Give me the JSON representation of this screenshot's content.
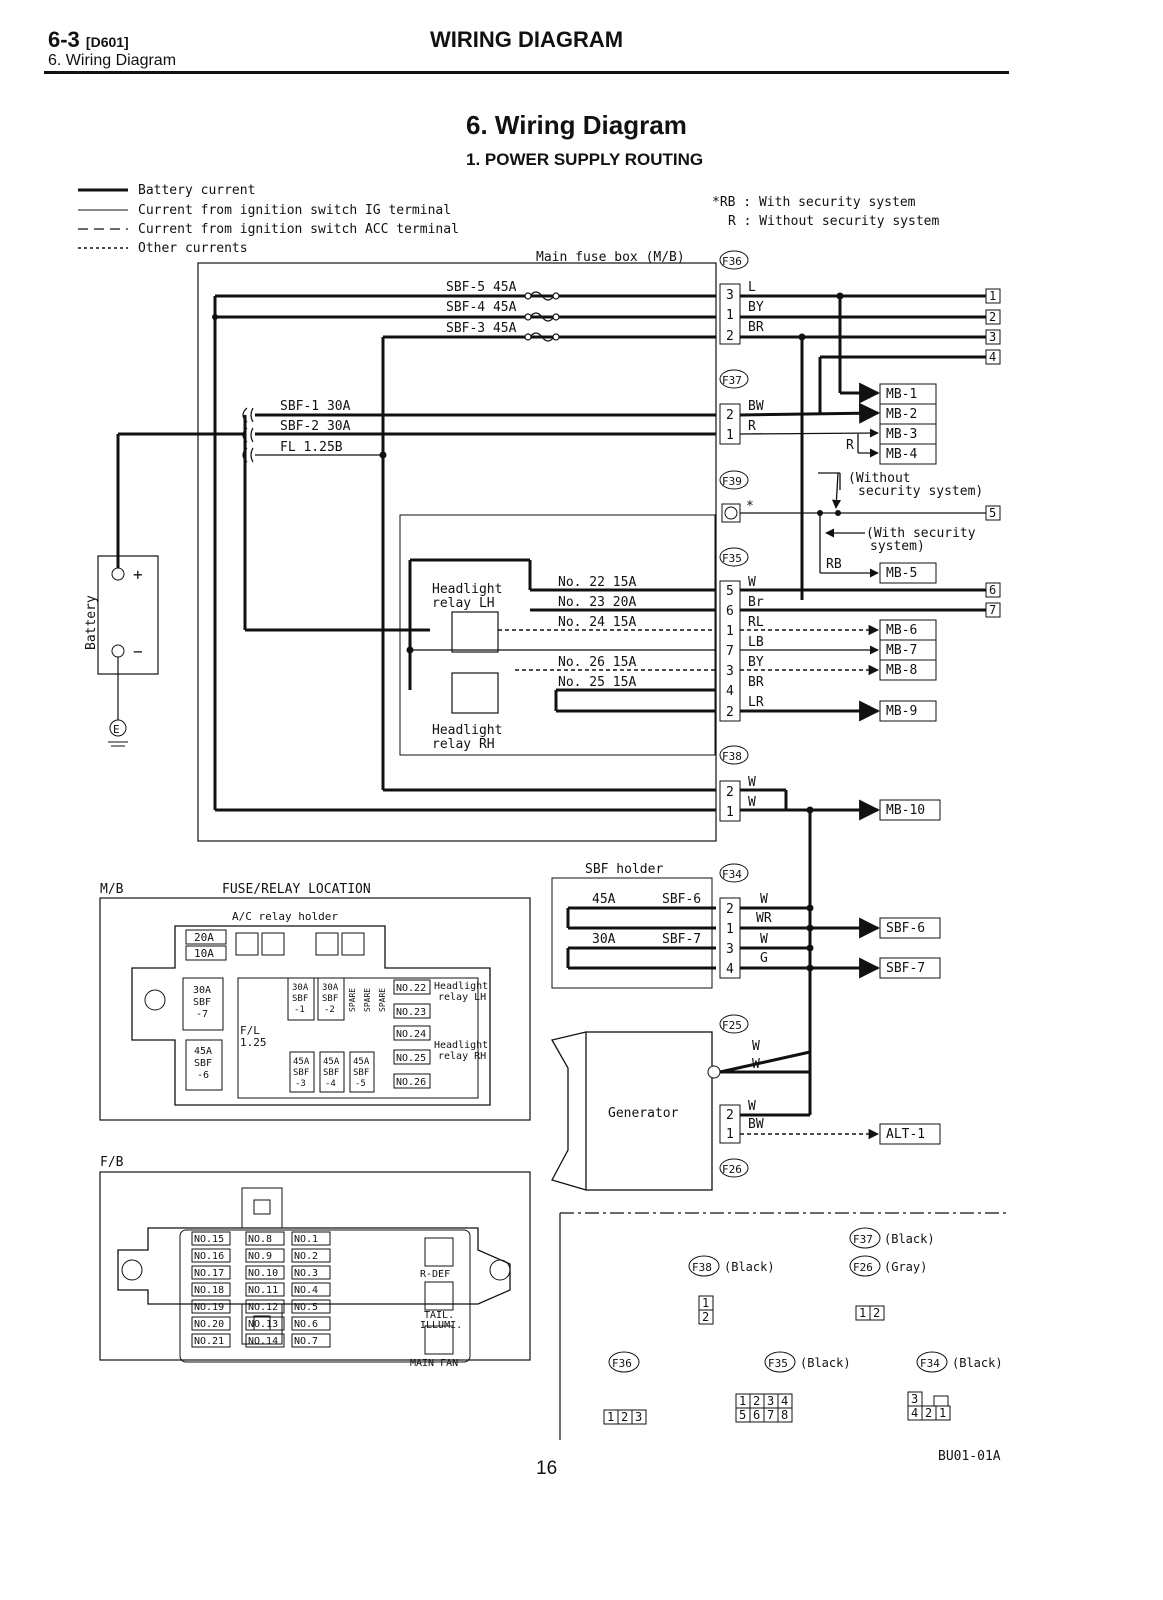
{
  "header": {
    "section_code": "6-3",
    "doc_code": "[D601]",
    "breadcrumb": "6. Wiring Diagram",
    "center_title": "WIRING DIAGRAM"
  },
  "titles": {
    "main": "6. Wiring Diagram",
    "sub": "1. POWER SUPPLY ROUTING"
  },
  "legend": [
    {
      "style": "thick",
      "label": "Battery current"
    },
    {
      "style": "thin",
      "label": "Current from ignition switch IG terminal"
    },
    {
      "style": "dash",
      "label": "Current from ignition switch ACC terminal"
    },
    {
      "style": "dot",
      "label": "Other currents"
    }
  ],
  "notes": [
    "*RB : With security system",
    "R : Without security system"
  ],
  "main_fuse_box": {
    "label": "Main fuse box (M/B)",
    "sbf_rows": [
      "SBF-5 45A",
      "SBF-4 45A",
      "SBF-3 45A"
    ],
    "sbf_left": [
      "SBF-1 30A",
      "SBF-2 30A",
      "FL 1.25B"
    ],
    "relay_lh": [
      "Headlight",
      "relay LH"
    ],
    "relay_rh": [
      "Headlight",
      "relay RH"
    ],
    "relay_fuses": [
      "No. 22 15A",
      "No. 23 20A",
      "No. 24 15A",
      "No. 26 15A",
      "No. 25 15A"
    ]
  },
  "connectors": {
    "F36": {
      "id": "F36",
      "pins": [
        "3",
        "1",
        "2"
      ],
      "wires": [
        "L",
        "BY",
        "BR"
      ],
      "targets": [
        "1",
        "2",
        "3",
        "4"
      ]
    },
    "F37": {
      "id": "F37",
      "pins": [
        "2",
        "1"
      ],
      "wires": [
        "BW",
        "R"
      ],
      "targets": [
        "MB-1",
        "MB-2",
        "MB-3",
        "MB-4"
      ],
      "r_tag": "R"
    },
    "F39": {
      "id": "F39",
      "asterisk": "*",
      "target": "5",
      "without_sec": [
        "(Without",
        "security system)"
      ],
      "with_sec": [
        "(With security",
        "system)"
      ],
      "rb_tag": "RB",
      "mb5": "MB-5"
    },
    "F35": {
      "id": "F35",
      "pins": [
        "5",
        "6",
        "1",
        "7",
        "3",
        "4",
        "2"
      ],
      "wires": [
        "W",
        "Br",
        "RL",
        "LB",
        "BY",
        "BR",
        "LR"
      ],
      "targets_num": [
        "6",
        "7"
      ],
      "targets_mb": [
        "MB-6",
        "MB-7",
        "MB-8",
        "MB-9"
      ]
    },
    "F38": {
      "id": "F38",
      "pins": [
        "2",
        "1"
      ],
      "wires": [
        "W",
        "W"
      ],
      "target": "MB-10"
    },
    "F34": {
      "id": "F34",
      "holder": "SBF holder",
      "pins": [
        "2",
        "1",
        "3",
        "4"
      ],
      "wires": [
        "W",
        "WR",
        "W",
        "G"
      ],
      "fuses": [
        "45A",
        "SBF-6",
        "30A",
        "SBF-7"
      ],
      "targets": [
        "SBF-6",
        "SBF-7"
      ]
    },
    "F25": {
      "id": "F25",
      "wires": [
        "W",
        "W"
      ]
    },
    "F26": {
      "id": "F26",
      "pins": [
        "2",
        "1"
      ],
      "wires": [
        "W",
        "BW"
      ],
      "target": "ALT-1"
    }
  },
  "battery": {
    "label": "Battery",
    "plus": "+",
    "minus": "−",
    "ground": "E"
  },
  "generator": {
    "label": "Generator"
  },
  "mb_location": {
    "tag": "M/B",
    "title": "FUSE/RELAY LOCATION",
    "ac_relay": "A/C relay holder",
    "small_fuses": [
      "20A",
      "10A"
    ],
    "sbf7": [
      "30A",
      "SBF",
      "-7"
    ],
    "sbf6": [
      "45A",
      "SBF",
      "-6"
    ],
    "fl": [
      "F/L",
      "1.25"
    ],
    "top_sbf": [
      [
        "30A",
        "SBF",
        "-1"
      ],
      [
        "30A",
        "SBF",
        "-2"
      ]
    ],
    "spare": "SPARE",
    "bottom_sbf": [
      [
        "45A",
        "SBF",
        "-3"
      ],
      [
        "45A",
        "SBF",
        "-4"
      ],
      [
        "45A",
        "SBF",
        "-5"
      ]
    ],
    "fuses": [
      "NO.22",
      "NO.23",
      "NO.24",
      "NO.25",
      "NO.26"
    ],
    "relay_lh": [
      "Headlight",
      "relay LH"
    ],
    "relay_rh": [
      "Headlight",
      "relay RH"
    ]
  },
  "fb_location": {
    "tag": "F/B",
    "col1": [
      "NO.15",
      "NO.16",
      "NO.17",
      "NO.18",
      "NO.19",
      "NO.20",
      "NO.21"
    ],
    "col2": [
      "NO.8",
      "NO.9",
      "NO.10",
      "NO.11",
      "NO.12",
      "NO.13",
      "NO.14"
    ],
    "col3": [
      "NO.1",
      "NO.2",
      "NO.3",
      "NO.4",
      "NO.5",
      "NO.6",
      "NO.7"
    ],
    "relays": [
      "R-DEF",
      "TAIL.",
      "ILLUMI.",
      "MAIN FAN"
    ]
  },
  "connector_views": {
    "f37": {
      "id": "F37",
      "color": "(Black)"
    },
    "f38": {
      "id": "F38",
      "color": "(Black)",
      "pins": [
        "1",
        "2"
      ]
    },
    "f26": {
      "id": "F26",
      "color": "(Gray)",
      "pins": [
        "1",
        "2"
      ]
    },
    "f36": {
      "id": "F36",
      "pins": [
        "1",
        "2",
        "3"
      ]
    },
    "f35": {
      "id": "F35",
      "color": "(Black)",
      "pins": [
        "1",
        "2",
        "3",
        "4",
        "5",
        "6",
        "7",
        "8"
      ]
    },
    "f34": {
      "id": "F34",
      "color": "(Black)",
      "pins": [
        "3",
        "4",
        "2",
        "1"
      ]
    }
  },
  "figure_code": "BU01-01A",
  "page_number": "16"
}
